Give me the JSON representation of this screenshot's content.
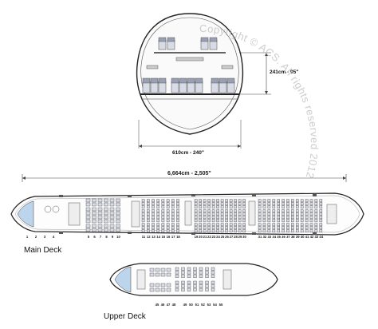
{
  "cross_section": {
    "height_label": "241cm - 95\"",
    "width_label": "610cm - 240\""
  },
  "main_deck": {
    "title": "Main Deck",
    "length_label": "6,664cm - 2,505\"",
    "row_numbers_front": [
      "1",
      "2",
      "3",
      "4"
    ],
    "row_numbers_a": [
      "5",
      "6",
      "7",
      "8",
      "9",
      "10"
    ],
    "row_numbers_b": [
      "11",
      "12",
      "13",
      "14",
      "15",
      "16",
      "17",
      "18"
    ],
    "row_numbers_c": [
      "19",
      "20",
      "21",
      "22",
      "23",
      "24",
      "25",
      "26",
      "27",
      "28",
      "29",
      "30"
    ],
    "row_numbers_d": [
      "31",
      "32",
      "33",
      "34",
      "35",
      "36",
      "37",
      "38",
      "39",
      "40",
      "41",
      "42",
      "43",
      "44"
    ]
  },
  "upper_deck": {
    "title": "Upper Deck",
    "row_numbers_a": [
      "45",
      "46",
      "47",
      "48"
    ],
    "row_numbers_b": [
      "49",
      "50",
      "51",
      "52",
      "53",
      "54",
      "55"
    ]
  },
  "watermark": {
    "text": "Copyright © ACS. All rights reserved 2012"
  },
  "colors": {
    "seat_fill": "#d9dce6",
    "seat_stroke": "#444444",
    "window_blue": "#bcd4ec",
    "line": "#333333"
  }
}
